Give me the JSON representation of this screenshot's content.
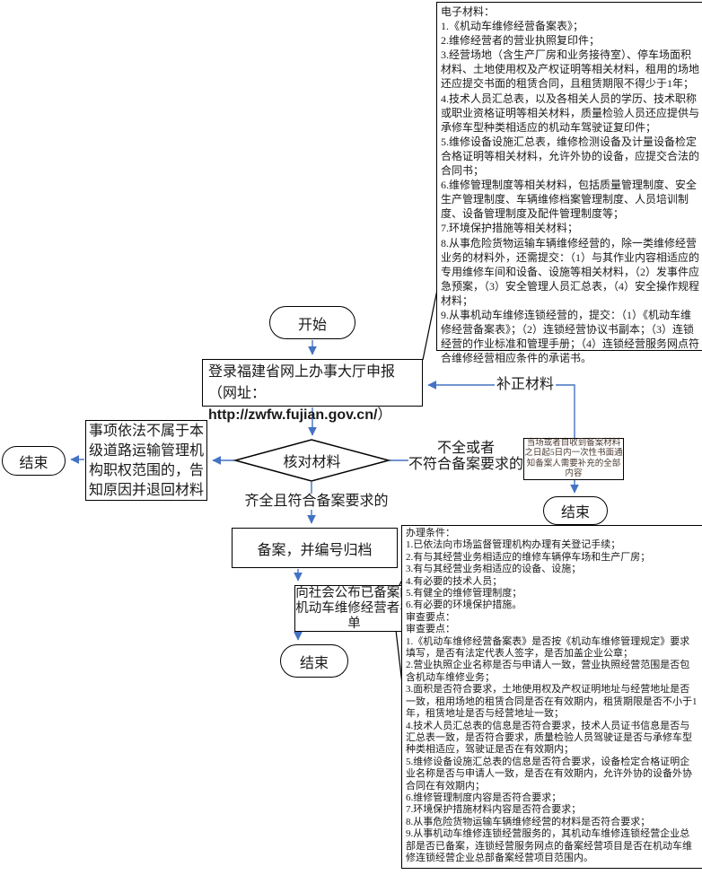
{
  "flow": {
    "start": "开始",
    "login_prefix": "登录福建省网上办事大厅申报（网址：",
    "login_url": "http://zwfw.fujian.gov.cn/",
    "login_suffix": "）",
    "check": "核对材料",
    "reject": "事项依法不属于本级道路运输管理机构职权范围的，告知原因并退回材料",
    "end_left": "结束",
    "branch_incomplete_line1": "不全或者",
    "branch_incomplete_line2": "不符合备案要求的",
    "notice": "当场或者自收到备案材料之日起5日内一次性书面通知备案人需要补充的全部内容",
    "correction": "补正材料",
    "end_right": "结束",
    "branch_complete": "齐全且符合备案要求的",
    "record": "备案，并编号归档",
    "publish": "向社会公布已备案的机动车维修经营者名单",
    "end_bottom": "结束"
  },
  "notes": {
    "electronic_materials": [
      "电子材料：",
      "1.《机动车维修经营备案表》；",
      "2.维修经营者的营业执照复印件；",
      "3.经营场地（含生产厂房和业务接待室）、停车场面积材料、土地使用权及产权证明等相关材料，租用的场地还应提交书面的租赁合同，且租赁期限不得少于1年；",
      "4.技术人员汇总表，以及各相关人员的学历、技术职称或职业资格证明等相关材料，质量检验人员还应提供与承修车型种类相适应的机动车驾驶证复印件；",
      "5.维修设备设施汇总表，维修检测设备及计量设备检定合格证明等相关材料，允许外协的设备，应提交合法的合同书；",
      "6.维修管理制度等相关材料，包括质量管理制度、安全生产管理制度、车辆维修档案管理制度、人员培训制度、设备管理制度及配件管理制度等；",
      "7.环境保护措施等相关材料；",
      "8.从事危险货物运输车辆维修经营的，除一类维修经营业务的材料外，还需提交：（1）与其作业内容相适应的专用维修车间和设备、设施等相关材料，（2）发事件应急预案，（3）安全管理人员汇总表，（4）安全操作规程材料；",
      "9.从事机动车维修连锁经营的，提交：（1）《机动车维修经营备案表》；（2）连锁经营协议书副本；（3）连锁经营的作业标准和管理手册；（4）连锁经营服务网点符合维修经营相应条件的承诺书。"
    ],
    "conditions_review": [
      "办理条件：",
      "1.已依法向市场监督管理机构办理有关登记手续；",
      "2.有与其经营业务相适应的维修车辆停车场和生产厂房；",
      "3.有与其经营业务相适应的设备、设施；",
      "4.有必要的技术人员；",
      "5.有健全的维修管理制度；",
      "6.有必要的环境保护措施。",
      "审查要点：",
      "审查要点：",
      "1.《机动车维修经营备案表》是否按《机动车维修管理规定》要求填写，是否有法定代表人签字，是否加盖企业公章；",
      "2.营业执照企业名称是否与申请人一致，营业执照经营范围是否包含机动车维修业务；",
      "3.面积是否符合要求，土地使用权及产权证明地址与经营地址是否一致，租用场地的租赁合同是否在有效期内，租赁期限是否不小于1年，租赁地址是否与经营地址一致；",
      "4.技术人员汇总表的信息是否符合要求，技术人员证书信息是否与汇总表一致，是否符合要求，质量检验人员驾驶证是否与承修车型种类相适应，驾驶证是否在有效期内；",
      "5.维修设备设施汇总表的信息是否符合要求，设备检定合格证明企业名称是否与申请人一致，是否在有效期内，允许外协的设备外协合同在有效期内；",
      "6.维修管理制度内容是否符合要求；",
      "7.环境保护措施材料内容是否符合要求；",
      "8.从事危险货物运输车辆维修经营的材料是否符合要求；",
      "9.从事机动车维修连锁经营服务的，其机动车维修连锁经营企业总部是否已备案，连锁经营服务网点的备案经营项目是否在机动车维修连锁经营企业总部备案经营项目范围内。"
    ]
  },
  "colors": {
    "arrow": "#4472C4",
    "line": "#000000",
    "notice_text": "#4b3a31"
  }
}
